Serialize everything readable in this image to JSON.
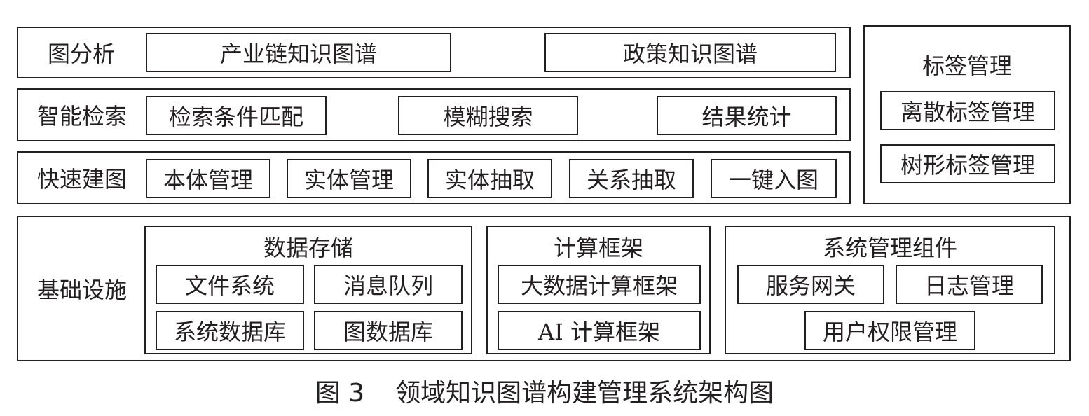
{
  "graph_analysis": {
    "label": "图分析",
    "items": [
      "产业链知识图谱",
      "政策知识图谱"
    ]
  },
  "smart_search": {
    "label": "智能检索",
    "items": [
      "检索条件匹配",
      "模糊搜索",
      "结果统计"
    ]
  },
  "quick_build": {
    "label": "快速建图",
    "items": [
      "本体管理",
      "实体管理",
      "实体抽取",
      "关系抽取",
      "一键入图"
    ]
  },
  "tag_management": {
    "label": "标签管理",
    "items": [
      "离散标签管理",
      "树形标签管理"
    ]
  },
  "infrastructure": {
    "label": "基础设施",
    "data_storage": {
      "title": "数据存储",
      "items": [
        "文件系统",
        "消息队列",
        "系统数据库",
        "图数据库"
      ]
    },
    "compute_framework": {
      "title": "计算框架",
      "items": [
        "大数据计算框架",
        "AI 计算框架"
      ]
    },
    "system_components": {
      "title": "系统管理组件",
      "items": [
        "服务网关",
        "日志管理",
        "用户权限管理"
      ]
    }
  },
  "caption": {
    "number": "图 3",
    "title": "领域知识图谱构建管理系统架构图"
  }
}
